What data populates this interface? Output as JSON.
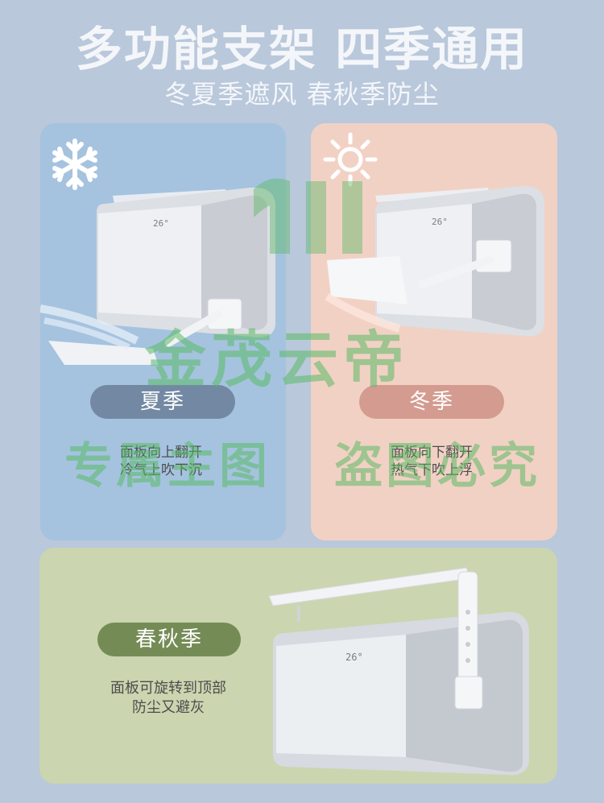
{
  "header": {
    "title": "多功能支架 四季通用",
    "subtitle": "冬夏季遮风 春秋季防尘"
  },
  "summer": {
    "label": "夏季",
    "desc_line1": "面板向上翻开",
    "desc_line2": "冷气上吹下沉",
    "icon": "snowflake-icon"
  },
  "winter": {
    "label": "冬季",
    "desc_line1": "面板向下翻开",
    "desc_line2": "热气下吹上浮",
    "icon": "sun-icon"
  },
  "spring_autumn": {
    "label": "春秋季",
    "desc_line1": "面板可旋转到顶部",
    "desc_line2": "防尘又避灰"
  },
  "watermark": {
    "brand": "金茂云帝",
    "left": "专属主图",
    "right": "盗图必究"
  },
  "colors": {
    "background": "#b9c8db",
    "summer_card": "#a5c3df",
    "winter_card": "#f2d1c5",
    "spring_card": "#cbd5af",
    "summer_pill": "#7389a3",
    "winter_pill": "#d49b90",
    "spring_pill": "#758b55",
    "watermark": "#5ab964"
  },
  "ac_display": "26°"
}
